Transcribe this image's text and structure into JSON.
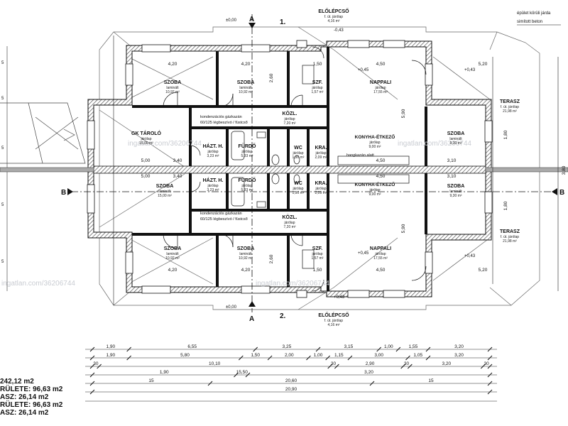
{
  "rooms": [
    {
      "name": "SZOBA",
      "floor": "laminált",
      "area": "10,92 m²"
    },
    {
      "name": "SZOBA",
      "floor": "laminált",
      "area": "10,92 m²"
    },
    {
      "name": "SZF.",
      "floor": "járólap",
      "area": "1,57 m²"
    },
    {
      "name": "NAPPALI",
      "floor": "járólap",
      "area": "17,55 m²"
    },
    {
      "name": "KÖZL.",
      "floor": "járólap",
      "area": "7,20 m²"
    },
    {
      "name": "GK TÁROLÓ",
      "floor": "járólap",
      "area": "15,00 m²"
    },
    {
      "name": "HÁZT. H.",
      "floor": "járólap",
      "area": "3,23 m²"
    },
    {
      "name": "FÜRDŐ",
      "floor": "járólap",
      "area": "5,33 m²"
    },
    {
      "name": "WC",
      "floor": "járólap",
      "area": "1,90 m²"
    },
    {
      "name": "KRA.",
      "floor": "járólap",
      "area": "2,09 m²"
    },
    {
      "name": "KONYHA-ÉTKEZŐ",
      "floor": "járólap",
      "area": "9,00 m²"
    },
    {
      "name": "SZOBA",
      "floor": "laminált",
      "area": "9,30 m²"
    },
    {
      "name": "TERASZ",
      "floor": "f. út. járólap",
      "area": "21,98 m²"
    },
    {
      "name": "HÁZT. H.",
      "floor": "járólap",
      "area": "3,23 m²"
    },
    {
      "name": "FÜRDŐ",
      "floor": "járólap",
      "area": "5,33 m²"
    },
    {
      "name": "WC",
      "floor": "járólap",
      "area": "1,90 m²"
    },
    {
      "name": "KRA.",
      "floor": "járólap",
      "area": "2,09 m²"
    },
    {
      "name": "KONYHA-ÉTKEZŐ",
      "floor": "járólap",
      "area": "9,00 m²"
    },
    {
      "name": "SZOBA",
      "floor": "laminált",
      "area": "15,00 m²"
    },
    {
      "name": "SZOBA",
      "floor": "laminált",
      "area": "9,30 m²"
    },
    {
      "name": "KÖZL.",
      "floor": "járólap",
      "area": "7,20 m²"
    },
    {
      "name": "TERASZ",
      "floor": "f. út. járólap",
      "area": "21,98 m²"
    },
    {
      "name": "SZOBA",
      "floor": "laminált",
      "area": "10,92 m²"
    },
    {
      "name": "SZOBA",
      "floor": "laminált",
      "area": "10,92 m²"
    },
    {
      "name": "SZF.",
      "floor": "járólap",
      "area": "1,57 m²"
    },
    {
      "name": "NAPPALI",
      "floor": "járólap",
      "area": "17,55 m²"
    },
    {
      "name": "ELŐLÉPCSŐ",
      "floor": "f. út. járólap",
      "area": "4,16 m²"
    },
    {
      "name": "ELŐLÉPCSŐ",
      "floor": "f. út. járólap",
      "area": "4,16 m²"
    }
  ],
  "annotations": {
    "sidewalk_1": "épület körüli járda",
    "sidewalk_2": "simított beton",
    "condensing_1": "kondenzációs gázkazán",
    "condensing_2": "60/125 légbeszívó / füstcső",
    "condensing_3": "kondenzációs gázkazán",
    "condensing_4": "60/125 légbeszívó / füstcső",
    "hood": "hangkazán alatt",
    "section_a_top": "A",
    "section_a_bottom": "A",
    "section_b_left": "B",
    "section_b_right": "B",
    "unit_1": "1.",
    "unit_2": "2.",
    "level_top": "±0,00",
    "level_bottom": "±0,00",
    "elev_1": "+0,45",
    "elev_2": "+0,43",
    "elev_3": "+0,45",
    "elev_4": "+0,43",
    "elev_5": "-0,43",
    "elev_6": "+0,43"
  },
  "watermark": "ingatlan.com/36206744",
  "interior_dims": [
    "4,20",
    "4,20",
    "1,50",
    "4,50",
    "4,20",
    "4,20",
    "1,50",
    "4,50",
    "5,00",
    "3,40",
    "3,10",
    "4,50",
    "5,00",
    "3,40",
    "3,10",
    "4,50",
    "5,20",
    "5,20",
    "5,90",
    "5,90",
    "2,60",
    "2,60",
    "3,80",
    "1,80",
    "1,80"
  ],
  "dim_rows": [
    [
      "1,90",
      "6,55",
      "3,25",
      "3,15",
      "1,00",
      "1,55",
      "3,20"
    ],
    [
      "1,90",
      "5,80",
      "1,50",
      "2,00",
      "1,00",
      "1,15",
      "3,00",
      "1,05",
      "3,20"
    ],
    [
      "30",
      "10,10",
      "30",
      "2,90",
      "30",
      "3,20",
      "30"
    ],
    [
      "1,90",
      "15,50",
      "3,20"
    ],
    [
      "15",
      "20,60",
      "15"
    ],
    [
      "20,90"
    ]
  ],
  "summary": [
    "242,12 m2",
    "RÜLETE: 96,63 m2",
    "ASZ: 26,14 m2",
    "RÜLETE: 96,63 m2",
    "ASZ: 26,14 m2"
  ]
}
